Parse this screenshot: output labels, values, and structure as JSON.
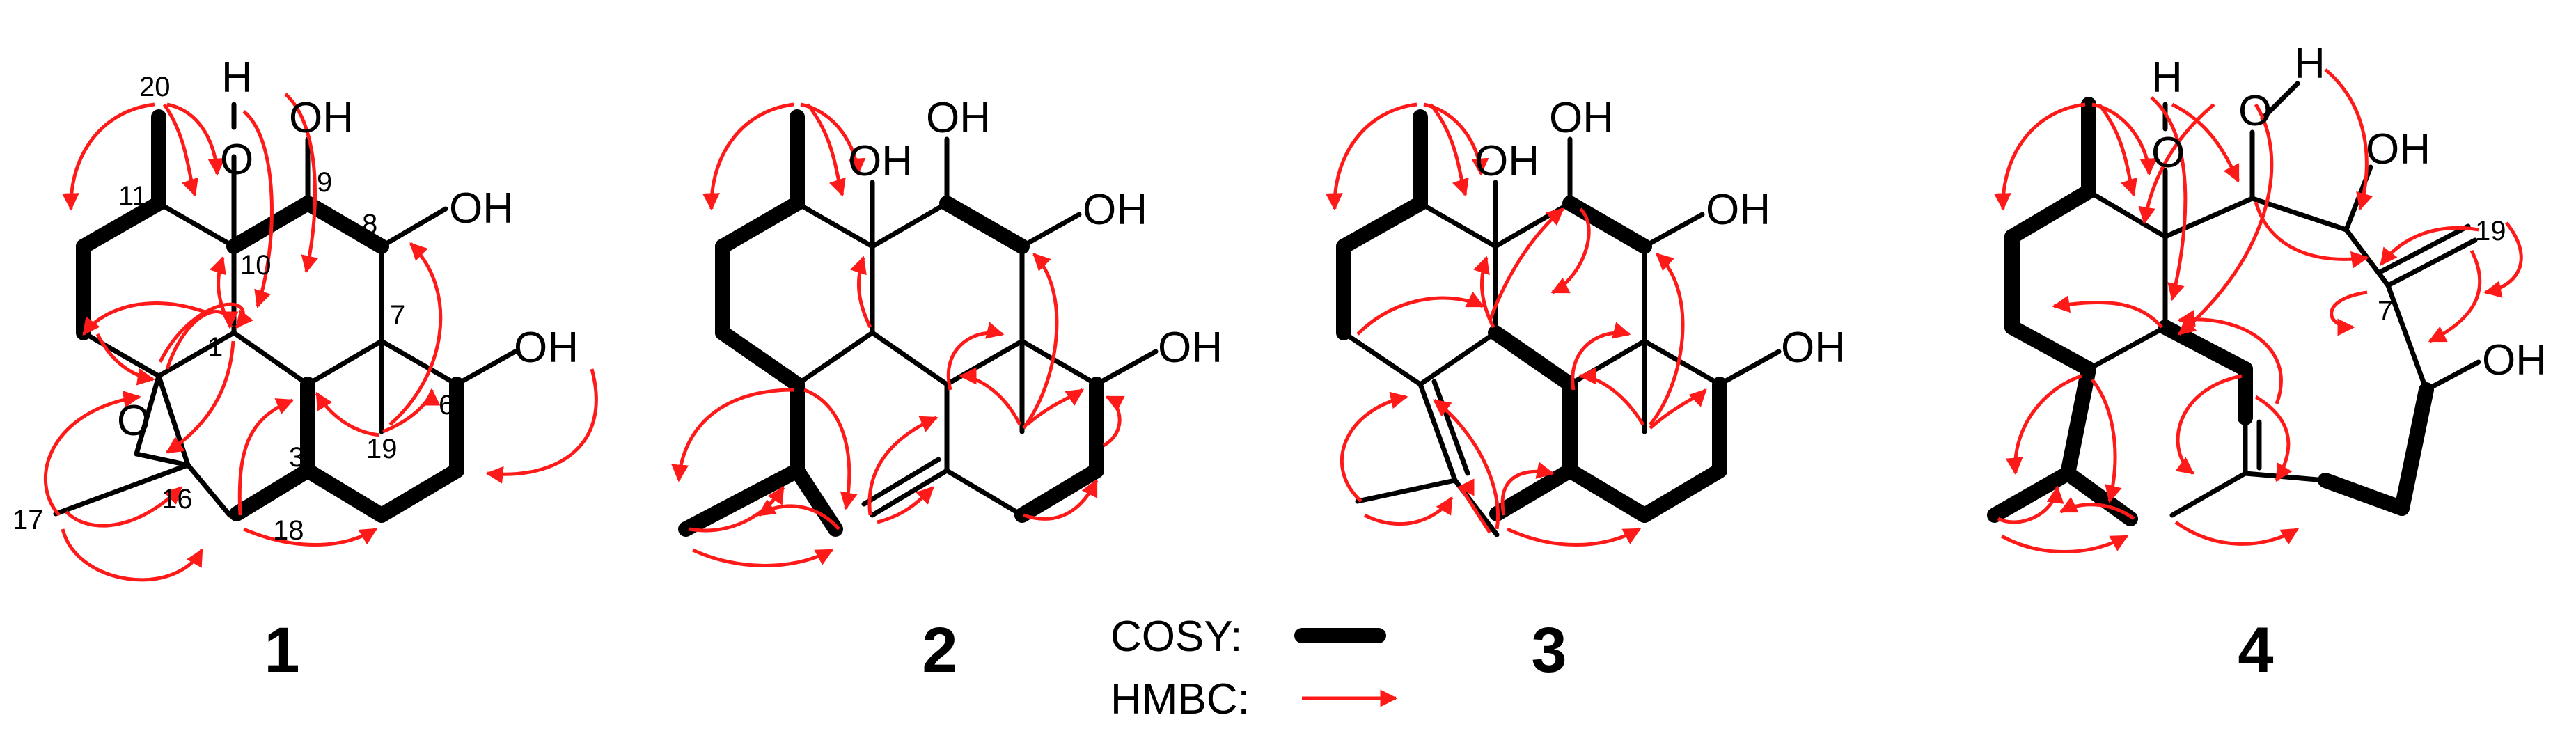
{
  "compounds": [
    {
      "label": "1",
      "atoms": {
        "oh9": "OH",
        "oh8": "OH",
        "oh6": "OH",
        "o10": "O",
        "h10": "H",
        "epoxide_o": "O"
      },
      "numbering": {
        "n20": "20",
        "n11": "11",
        "n9": "9",
        "n10": "10",
        "n8": "8",
        "n1": "1",
        "n7": "7",
        "n6": "6",
        "n19": "19",
        "n3": "3",
        "n18": "18",
        "n17": "17",
        "n16": "16"
      }
    },
    {
      "label": "2",
      "atoms": {
        "oh10": "OH",
        "oh9": "OH",
        "oh8": "OH",
        "oh6": "OH"
      }
    },
    {
      "label": "3",
      "atoms": {
        "oh10": "OH",
        "oh9": "OH",
        "oh8": "OH",
        "oh6": "OH"
      }
    },
    {
      "label": "4",
      "atoms": {
        "o10": "O",
        "h10": "H",
        "o9": "O",
        "h9": "H",
        "oh8": "OH",
        "oh6": "OH"
      },
      "numbering": {
        "n19": "19",
        "n7": "7"
      }
    }
  ],
  "legend": {
    "cosy_label": "COSY:",
    "hmbc_label": "HMBC:"
  },
  "colors": {
    "hmbc_arrow": "#ff1a1a",
    "bond": "#000000"
  }
}
